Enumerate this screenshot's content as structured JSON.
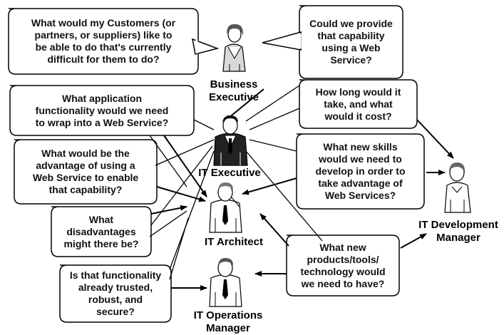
{
  "questions": {
    "customers": "What would my Customers (or\npartners, or suppliers) like to\nbe able to do that's currently\ndifficult for them to do?",
    "capability": "Could we provide\nthat capability\nusing a Web\nService?",
    "functionality": "What application\nfunctionality would we need\nto wrap into a Web Service?",
    "cost": "How long would it\ntake, and what\nwould it cost?",
    "advantage": "What would be the\nadvantage of using a\nWeb Service to enable\nthat capability?",
    "skills": "What new skills\nwould we need to\ndevelop in order to\ntake advantage of\nWeb Services?",
    "disadvantages": "What\ndisadvantages\nmight there be?",
    "products": "What new\nproducts/tools/\ntechnology would\nwe need to have?",
    "trusted": "Is that functionality\nalready trusted,\nrobust, and\nsecure?"
  },
  "people": {
    "business_executive": "Business\nExecutive",
    "it_executive": "IT Executive",
    "it_architect": "IT Architect",
    "it_development_manager": "IT Development\nManager",
    "it_operations_manager": "IT Operations\nManager"
  },
  "colors": {
    "line": "#000000",
    "bubble_fill": "#ffffff",
    "figure_fill": "#d9d9d9",
    "figure_dark": "#222222"
  }
}
